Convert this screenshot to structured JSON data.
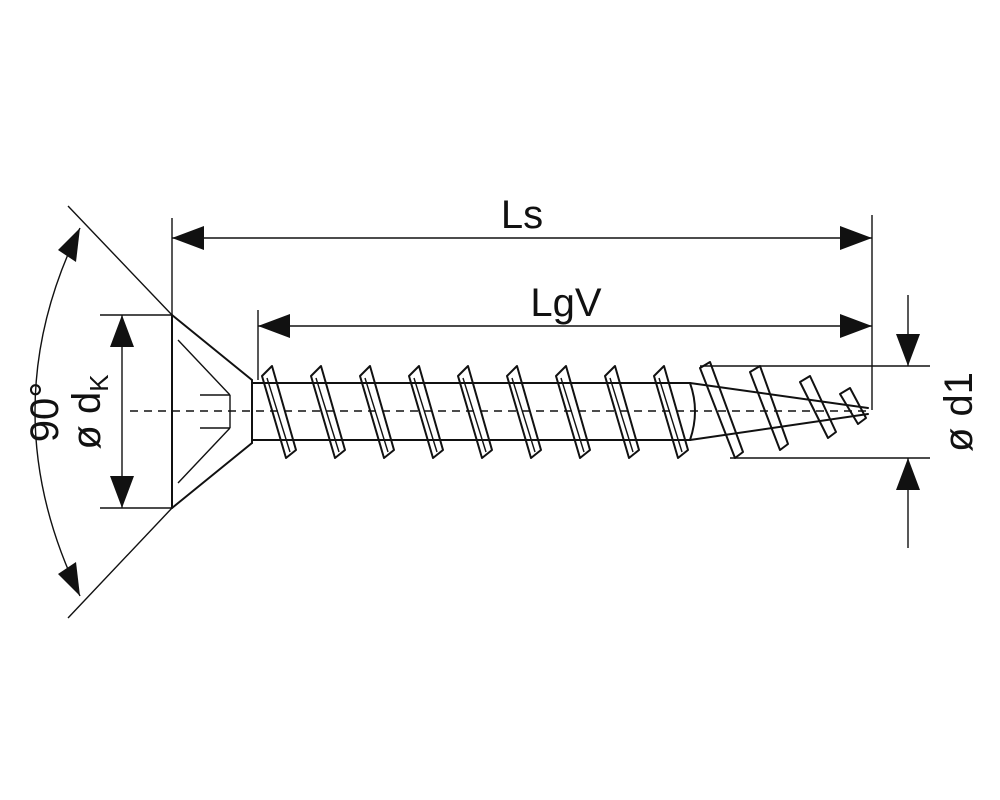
{
  "labels": {
    "overall_length": "Ls",
    "thread_length": "LgV",
    "shank_diameter": "ø d1",
    "head_diameter_prefix": "ø d",
    "head_diameter_sub": "K",
    "head_angle": "90°"
  },
  "thread": {
    "turns": 9
  }
}
